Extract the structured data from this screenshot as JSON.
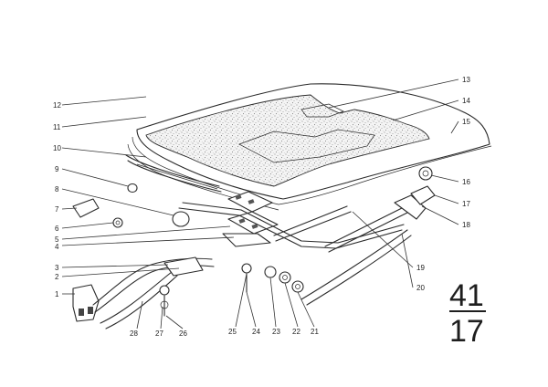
{
  "diagram": {
    "section_top": "41",
    "section_bottom": "17",
    "callouts": [
      {
        "id": "c1",
        "label": "1"
      },
      {
        "id": "c2",
        "label": "2"
      },
      {
        "id": "c3",
        "label": "3"
      },
      {
        "id": "c4",
        "label": "4"
      },
      {
        "id": "c5",
        "label": "5"
      },
      {
        "id": "c6",
        "label": "6"
      },
      {
        "id": "c7",
        "label": "7"
      },
      {
        "id": "c8",
        "label": "8"
      },
      {
        "id": "c9",
        "label": "9"
      },
      {
        "id": "c10",
        "label": "10"
      },
      {
        "id": "c11",
        "label": "11"
      },
      {
        "id": "c12",
        "label": "12"
      },
      {
        "id": "c13",
        "label": "13"
      },
      {
        "id": "c14",
        "label": "14"
      },
      {
        "id": "c15",
        "label": "15"
      },
      {
        "id": "c16",
        "label": "16"
      },
      {
        "id": "c17",
        "label": "17"
      },
      {
        "id": "c18",
        "label": "18"
      },
      {
        "id": "c19",
        "label": "19"
      },
      {
        "id": "c20",
        "label": "20"
      },
      {
        "id": "c21",
        "label": "21"
      },
      {
        "id": "c22",
        "label": "22"
      },
      {
        "id": "c23",
        "label": "23"
      },
      {
        "id": "c24",
        "label": "24"
      },
      {
        "id": "c25",
        "label": "25"
      },
      {
        "id": "c26",
        "label": "26"
      },
      {
        "id": "c27",
        "label": "27"
      },
      {
        "id": "c28",
        "label": "28"
      }
    ]
  }
}
